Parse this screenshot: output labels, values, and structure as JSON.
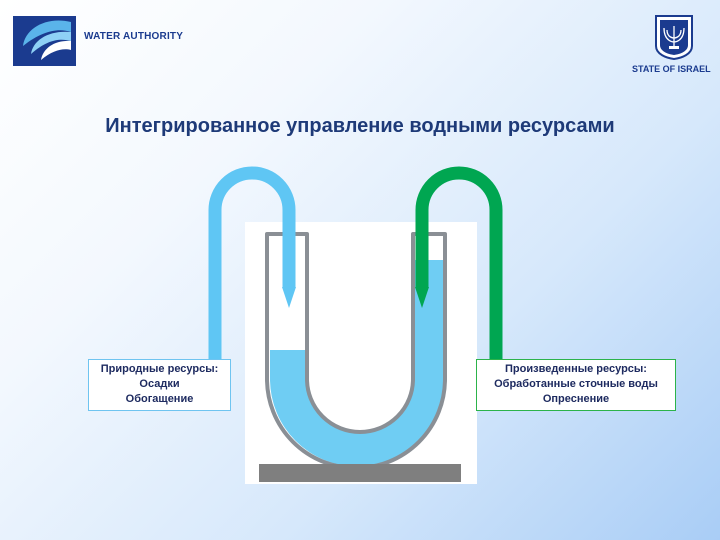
{
  "header": {
    "org_name": "WATER AUTHORITY",
    "state_label": "STATE OF ISRAEL"
  },
  "title": "Интегрированное управление водными ресурсами",
  "left_box": {
    "heading": "Природные ресурсы:",
    "items": [
      "Осадки",
      "Обогащение"
    ]
  },
  "right_box": {
    "heading": "Произведенные ресурсы:",
    "items": [
      "Обработанные сточные воды",
      "Опреснение"
    ]
  },
  "colors": {
    "natural_pipe": "#5fc6f4",
    "produced_pipe": "#00a651",
    "water": "#6fcdf3",
    "brand": "#1b3b8f",
    "title": "#1e3a78"
  }
}
